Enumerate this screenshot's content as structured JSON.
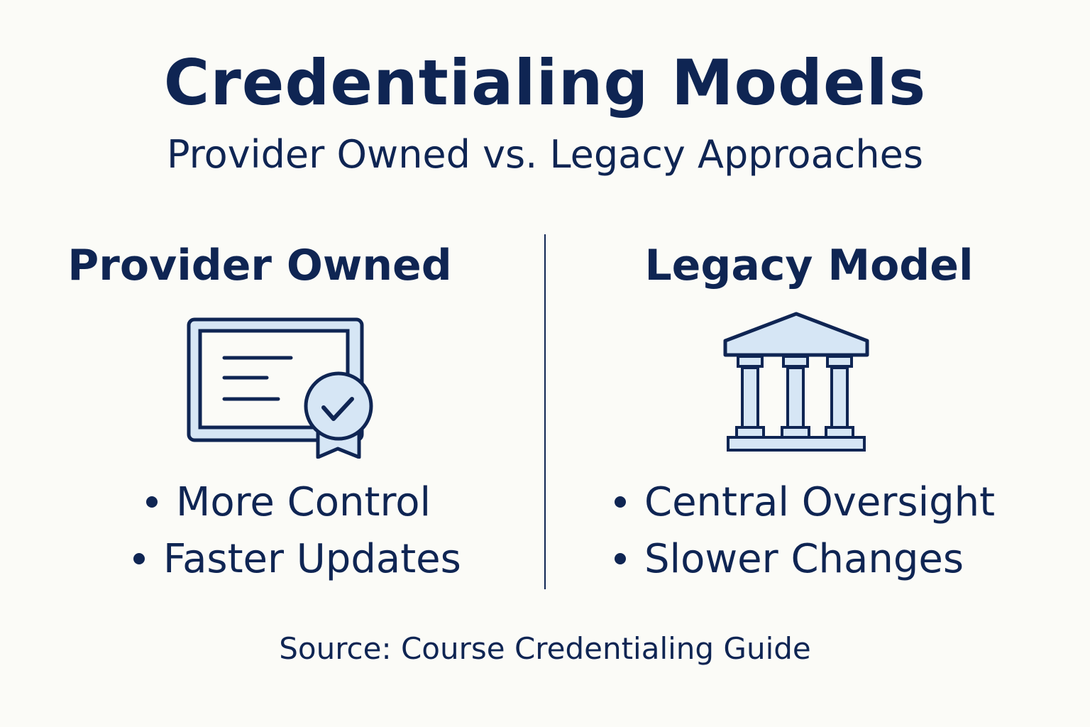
{
  "header": {
    "title": "Credentialing Models",
    "subtitle": "Provider Owned vs. Legacy Approaches"
  },
  "columns": [
    {
      "title": "Provider Owned",
      "icon": "certificate-badge-icon",
      "bullets": [
        "More Control",
        "Faster Updates"
      ]
    },
    {
      "title": "Legacy Model",
      "icon": "institution-building-icon",
      "bullets": [
        "Central Oversight",
        "Slower Changes"
      ]
    }
  ],
  "footer": {
    "source": "Source: Course Credentialing Guide"
  },
  "colors": {
    "background": "#fbfbf7",
    "primary": "#0f2553",
    "icon_fill": "#d6e6f5"
  }
}
